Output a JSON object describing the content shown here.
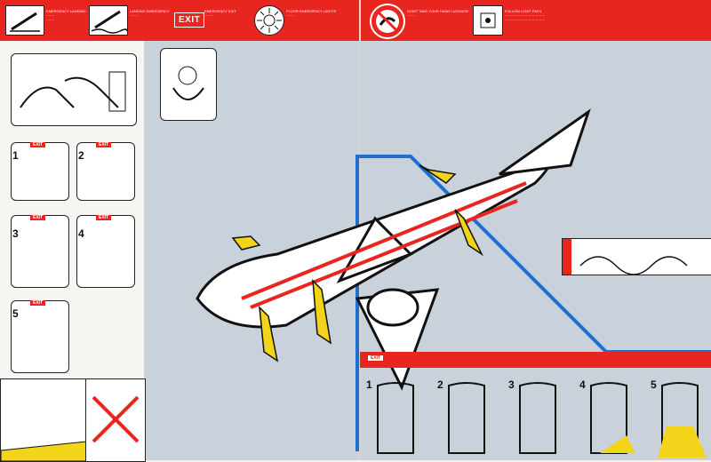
{
  "header": {
    "exit_sign": "EXIT",
    "captions": [
      "EMERGENCY LANDING",
      "LANDING EMERGENCY",
      "EMERGENCY EXIT",
      "FLOOR EMERGENCY LIGHTS",
      "DON'T TAKE YOUR HAND LUGGAGE",
      "FOLLOW LIGHT PATH"
    ]
  },
  "door_steps": {
    "labels": [
      "1",
      "2",
      "3",
      "4",
      "5"
    ],
    "tag": "EXIT"
  },
  "evac_steps": {
    "labels": [
      "1",
      "2",
      "3",
      "4",
      "5"
    ],
    "tag": "EXIT"
  },
  "colors": {
    "red": "#e8261f",
    "yellow": "#f2d41a",
    "blue": "#1e6fd0",
    "sky": "#c9d2db"
  },
  "icons": [
    "brace-position-icon",
    "no-luggage-icon",
    "floor-lights-icon",
    "slide-icon",
    "airplane-icon"
  ]
}
